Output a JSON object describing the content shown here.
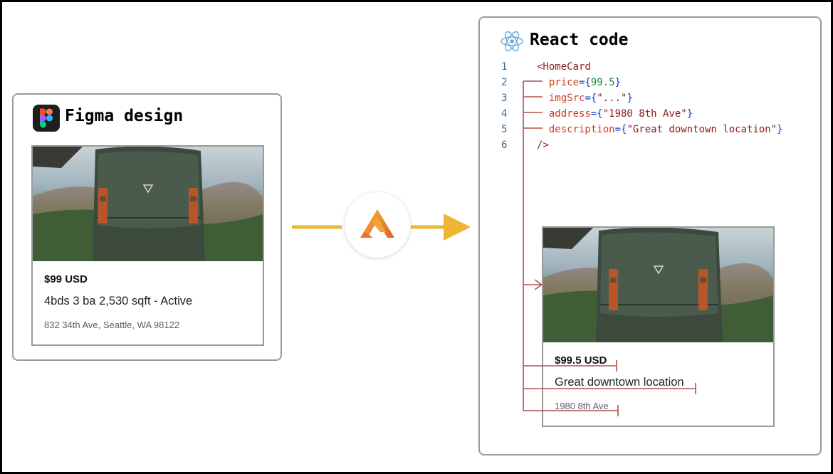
{
  "figma_panel": {
    "title": "Figma design",
    "card": {
      "price": "$99 USD",
      "description": "4bds 3 ba 2,530 sqft - Active",
      "address": "832 34th Ave, Seattle, WA 98122",
      "image_alt": "backpack photo"
    }
  },
  "react_panel": {
    "title": "React code",
    "code_lines": [
      {
        "num": "1",
        "parts": [
          {
            "cls": "tag",
            "text": "<HomeCard"
          }
        ]
      },
      {
        "num": "2",
        "parts": [
          {
            "cls": "attr",
            "text": "  price"
          },
          {
            "cls": "punct",
            "text": "={"
          },
          {
            "cls": "num",
            "text": "99.5"
          },
          {
            "cls": "punct",
            "text": "}"
          }
        ]
      },
      {
        "num": "3",
        "parts": [
          {
            "cls": "attr",
            "text": "  imgSrc"
          },
          {
            "cls": "punct",
            "text": "={"
          },
          {
            "cls": "str",
            "text": "\"...\""
          },
          {
            "cls": "punct",
            "text": "}"
          }
        ]
      },
      {
        "num": "4",
        "parts": [
          {
            "cls": "attr",
            "text": "  address"
          },
          {
            "cls": "punct",
            "text": "={"
          },
          {
            "cls": "str",
            "text": "\"1980 8th Ave\""
          },
          {
            "cls": "punct",
            "text": "}"
          }
        ]
      },
      {
        "num": "5",
        "parts": [
          {
            "cls": "attr",
            "text": "  description"
          },
          {
            "cls": "punct",
            "text": "={"
          },
          {
            "cls": "str",
            "text": "\"Great downtown location\""
          },
          {
            "cls": "punct",
            "text": "}"
          }
        ]
      },
      {
        "num": "6",
        "parts": [
          {
            "cls": "tag",
            "text": "/>"
          }
        ]
      }
    ],
    "card": {
      "price": "$99.5 USD",
      "description": "Great downtown location",
      "address": "1980 8th Ave",
      "image_alt": "backpack photo"
    }
  },
  "connector": {
    "hub_icon": "anima-logo-icon",
    "arrow_color": "#ecb534",
    "mapping_color": "#b0514f"
  },
  "icons": {
    "figma": "figma-logo-icon",
    "react": "react-logo-icon"
  }
}
